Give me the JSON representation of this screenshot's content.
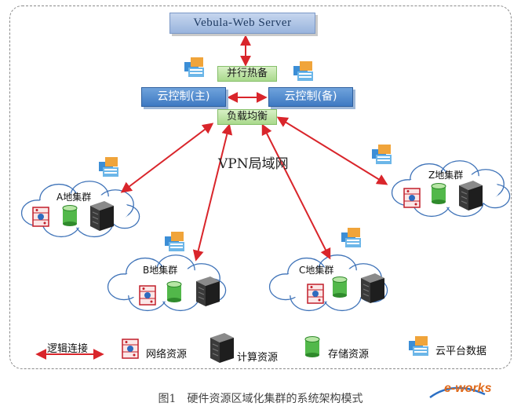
{
  "server": {
    "label": "Vebula-Web Server"
  },
  "hot_standby": {
    "label": "并行热备"
  },
  "cloud_control_main": {
    "label": "云控制(主)"
  },
  "cloud_control_backup": {
    "label": "云控制(备)"
  },
  "load_balance": {
    "label": "负载均衡"
  },
  "network_label": "VPN局域网",
  "clusters": {
    "a": {
      "label": "A地集群"
    },
    "b": {
      "label": "B地集群"
    },
    "c": {
      "label": "C地集群"
    },
    "z": {
      "label": "Z地集群"
    }
  },
  "legend": {
    "logical_link": "逻辑连接",
    "network_resource": "网络资源",
    "compute_resource": "计算资源",
    "storage_resource": "存储资源",
    "cloud_data": "云平台数据"
  },
  "caption": {
    "figure": "图1",
    "text": "硬件资源区域化集群的系统架构模式"
  },
  "watermark": "e-works",
  "colors": {
    "arrow": "#d9252b",
    "control_box": "#4a86cc",
    "green_box": "#b5df9a",
    "cloud_border": "#3f73b8"
  }
}
